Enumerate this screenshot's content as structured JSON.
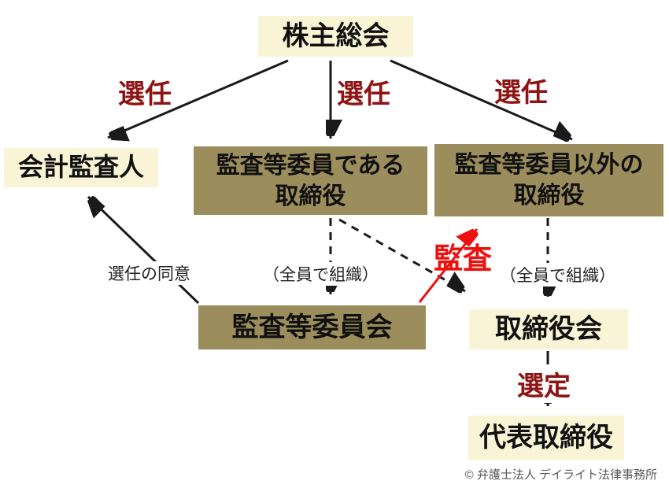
{
  "diagram": {
    "nodes": {
      "shareholders_meeting": {
        "label": "株主総会"
      },
      "accounting_auditor": {
        "label": "会計監査人"
      },
      "audit_committee_member_directors": {
        "label": "監査等委員である\n取締役"
      },
      "non_audit_committee_directors": {
        "label": "監査等委員以外の\n取締役"
      },
      "audit_committee": {
        "label": "監査等委員会"
      },
      "board_of_directors": {
        "label": "取締役会"
      },
      "representative_director": {
        "label": "代表取締役"
      }
    },
    "edge_labels": {
      "appointment_left": "選任",
      "appointment_center": "選任",
      "appointment_right": "選任",
      "appointment_consent": "選任の同意",
      "organized_by_all_left": "（全員で組織）",
      "organized_by_all_right": "（全員で組織）",
      "audit": "監査",
      "selection": "選定"
    },
    "colors": {
      "node_cream": "#f9f4d6",
      "node_olive": "#9c8e5c",
      "label_dark_red": "#8e1414",
      "label_red": "#ee0f0f",
      "arrow_black": "#1a1a1a",
      "text_black": "#111111",
      "copyright_gray": "#595959"
    },
    "footer": {
      "copyright": "© 弁護士法人 デイライト法律事務所"
    }
  }
}
